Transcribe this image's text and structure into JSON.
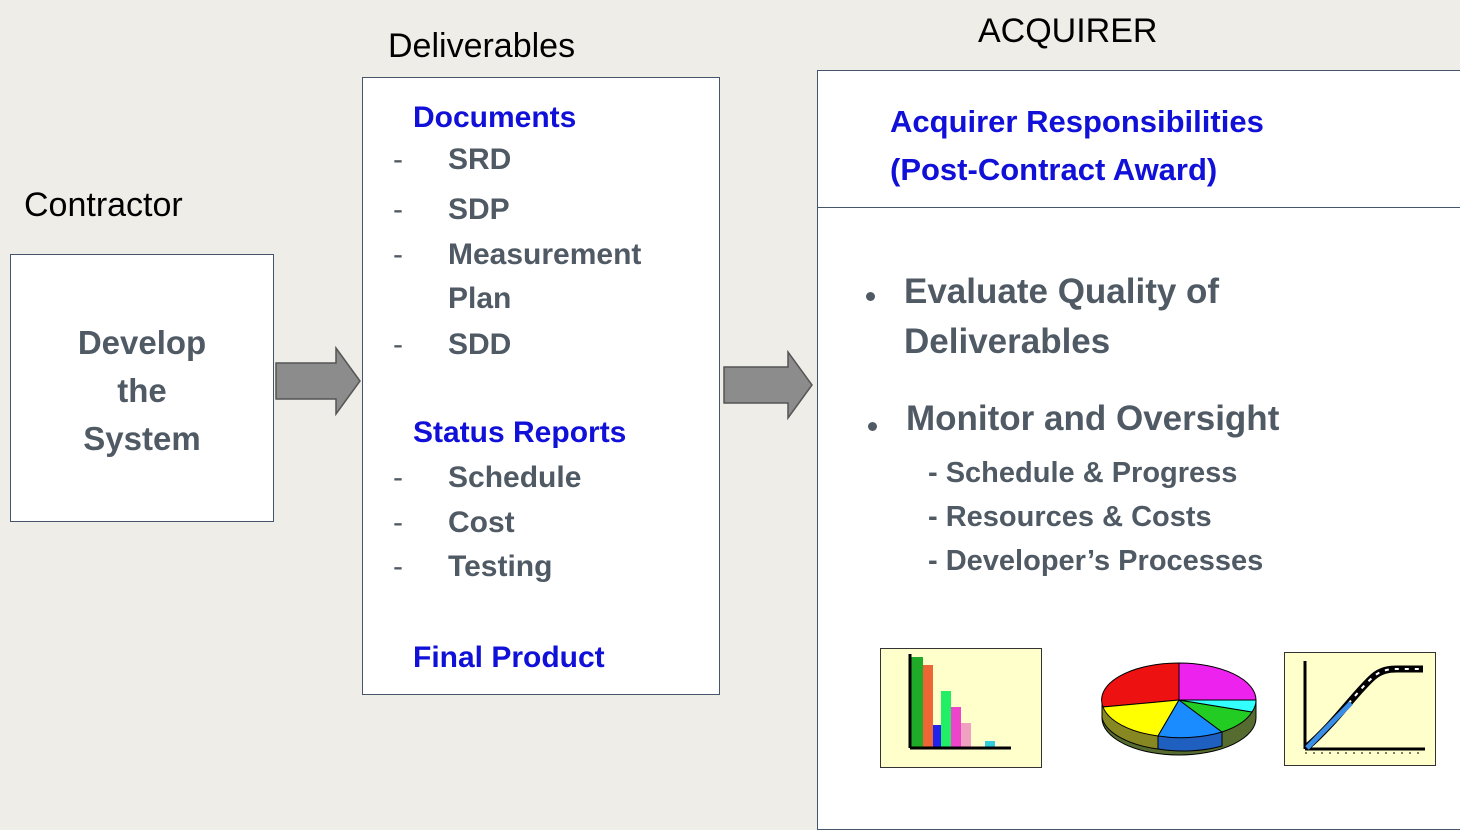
{
  "contractor": {
    "heading": "Contractor",
    "box_line1": "Develop",
    "box_line2": "the",
    "box_line3": "System"
  },
  "deliverables": {
    "heading": "Deliverables",
    "documents": {
      "title": "Documents",
      "items": [
        "SRD",
        "SDP",
        "Measurement",
        "Plan",
        "SDD"
      ]
    },
    "status_reports": {
      "title": "Status Reports",
      "items": [
        "Schedule",
        "Cost",
        "Testing"
      ]
    },
    "final_product": "Final Product",
    "dash": "-"
  },
  "acquirer": {
    "heading": "ACQUIRER",
    "title_line1": "Acquirer Responsibilities",
    "title_line2": "(Post-Contract Award)",
    "bullet1_line1": "Evaluate Quality of",
    "bullet1_line2": "Deliverables",
    "bullet2": "Monitor and Oversight",
    "sub_items": [
      "- Schedule & Progress",
      "- Resources & Costs",
      "- Developer’s Processes"
    ]
  },
  "colors": {
    "background": "#efede8",
    "box_border": "#46566a",
    "text_gray": "#505a64",
    "heading_blue": "#1010d8",
    "arrow_fill": "#8c8c8c",
    "thumbnail_bg": "#ffffcc"
  },
  "icons": [
    "right-arrow-icon",
    "right-arrow-icon",
    "bar-chart-icon",
    "pie-chart-icon",
    "line-chart-icon"
  ]
}
